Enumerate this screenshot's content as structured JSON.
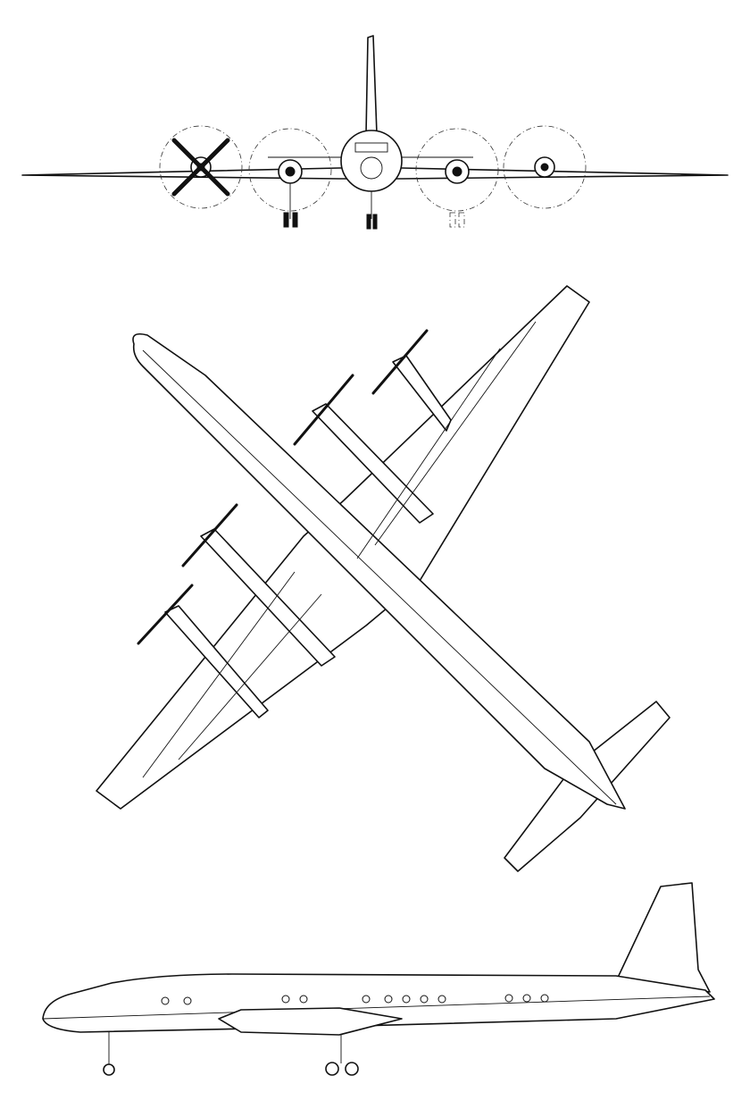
{
  "drawing": {
    "views": [
      "front",
      "top",
      "side"
    ],
    "colors": {
      "line": "#111111",
      "background": "#ffffff"
    }
  }
}
